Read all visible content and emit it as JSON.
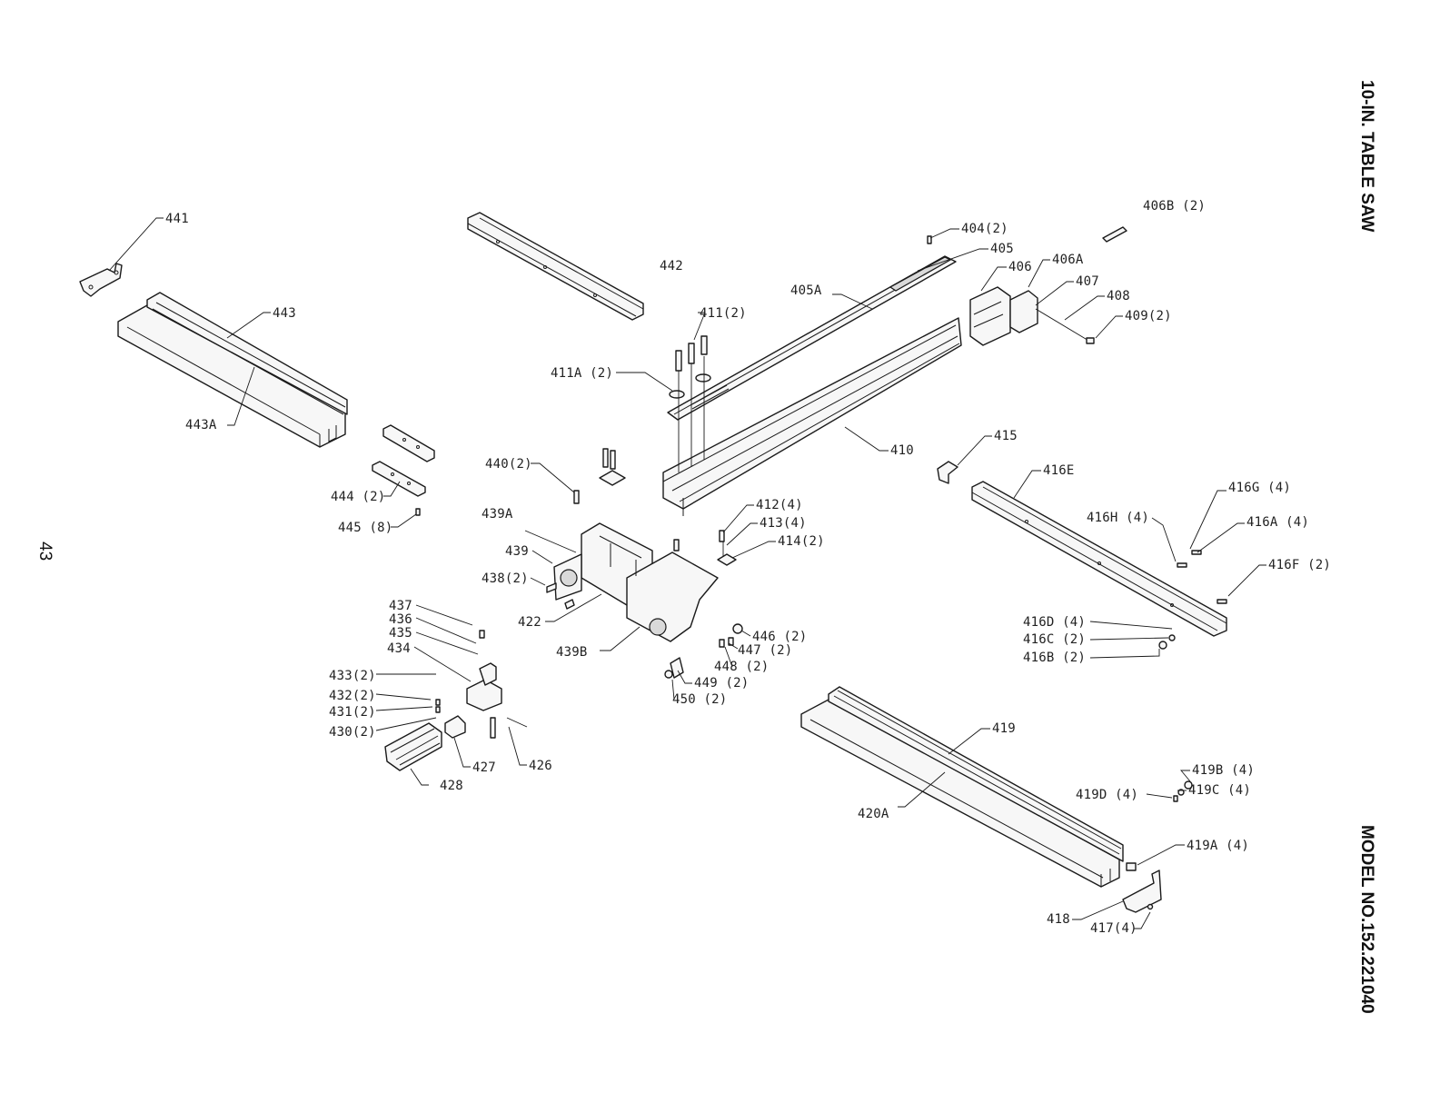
{
  "header": {
    "title": "10-IN. TABLE SAW",
    "model": "MODEL NO.152.221040",
    "page_number": "43"
  },
  "callouts": {
    "c441": "441",
    "c442": "442",
    "c443": "443",
    "c443A": "443A",
    "c444": "444 (2)",
    "c445": "445 (8)",
    "c440": "440(2)",
    "c439A": "439A",
    "c439": "439",
    "c438": "438(2)",
    "c437": "437",
    "c436": "436",
    "c435": "435",
    "c434": "434",
    "c433": "433(2)",
    "c432": "432(2)",
    "c431": "431(2)",
    "c430": "430(2)",
    "c428": "428",
    "c427": "427",
    "c426": "426",
    "c422": "422",
    "c439B": "439B",
    "c411A": "411A (2)",
    "c411": "411(2)",
    "c405A": "405A",
    "c404": "404(2)",
    "c405": "405",
    "c406": "406",
    "c406A": "406A",
    "c406B": "406B (2)",
    "c407": "407",
    "c408": "408",
    "c409": "409(2)",
    "c410": "410",
    "c412": "412(4)",
    "c413": "413(4)",
    "c414": "414(2)",
    "c446": "446 (2)",
    "c447": "447 (2)",
    "c448": "448 (2)",
    "c449": "449 (2)",
    "c450": "450 (2)",
    "c415": "415",
    "c416E": "416E",
    "c416G": "416G (4)",
    "c416H": "416H (4)",
    "c416A": "416A (4)",
    "c416F": "416F (2)",
    "c416D": "416D (4)",
    "c416C": "416C (2)",
    "c416B": "416B (2)",
    "c419": "419",
    "c420A": "420A",
    "c419B": "419B (4)",
    "c419C": "419C (4)",
    "c419D": "419D (4)",
    "c419A": "419A (4)",
    "c418": "418",
    "c417": "417(4)"
  }
}
